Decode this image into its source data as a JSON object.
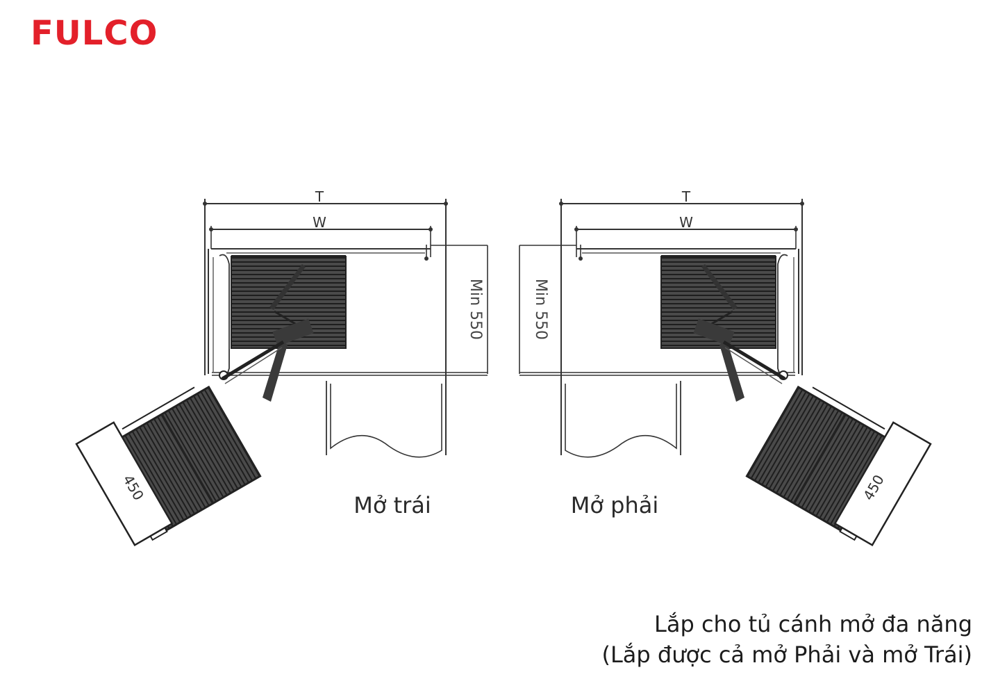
{
  "brand": {
    "name": "FULCO",
    "color": "#e3202a"
  },
  "diagrams": [
    {
      "label": "Mở trái",
      "dim_t": "T",
      "dim_w": "W",
      "depth": "Min 550",
      "basket": "450"
    },
    {
      "label": "Mở phải",
      "dim_t": "T",
      "dim_w": "W",
      "depth": "Min 550",
      "basket": "450"
    }
  ],
  "caption": {
    "line1": "Lắp cho tủ cánh mở đa năng",
    "line2": "(Lắp được cả mở Phải và mở Trái)"
  }
}
